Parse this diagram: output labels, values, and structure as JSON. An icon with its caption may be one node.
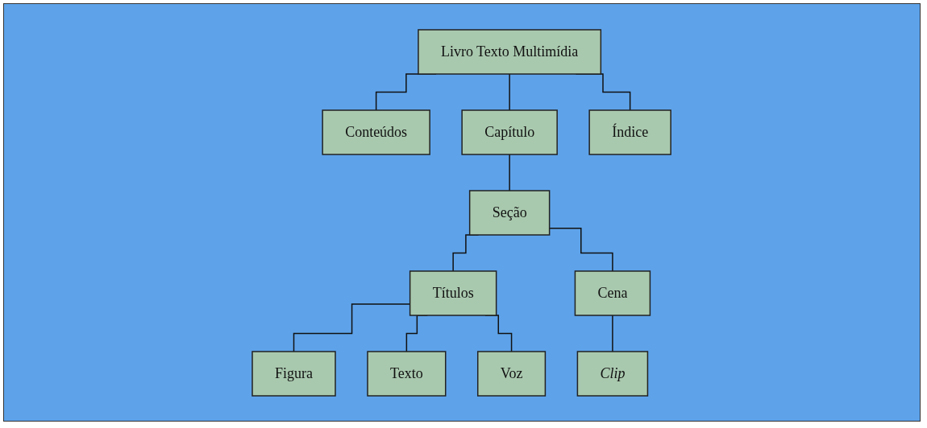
{
  "diagram": {
    "nodes": [
      {
        "text": [
          "Livro Texto Multimídia"
        ]
      },
      {
        "text": [
          "Conteúdos"
        ]
      },
      {
        "text": [
          "Capítulo"
        ]
      },
      {
        "text": [
          "Índice"
        ]
      },
      {
        "text": [
          "Seção"
        ]
      },
      {
        "text": [
          "Títulos"
        ]
      },
      {
        "text": [
          "Cena"
        ]
      },
      {
        "text": [
          "Figura"
        ]
      },
      {
        "text": [
          "Texto"
        ]
      },
      {
        "text": [
          "Voz"
        ]
      },
      {
        "text": [
          "Clip"
        ]
      }
    ],
    "edges": [
      {
        "from": 0,
        "to": 1,
        "arrow": "none"
      },
      {
        "from": 0,
        "to": 2,
        "arrow": "none"
      },
      {
        "from": 0,
        "to": 3,
        "arrow": "none"
      },
      {
        "from": 2,
        "to": 4,
        "arrow": "none"
      },
      {
        "from": 4,
        "to": 5,
        "arrow": "none"
      },
      {
        "from": 4,
        "to": 6,
        "arrow": "none"
      },
      {
        "from": 5,
        "to": 7,
        "arrow": "none"
      },
      {
        "from": 5,
        "to": 8,
        "arrow": "none"
      },
      {
        "from": 5,
        "to": 9,
        "arrow": "none"
      },
      {
        "from": 6,
        "to": 10,
        "arrow": "none"
      }
    ]
  }
}
